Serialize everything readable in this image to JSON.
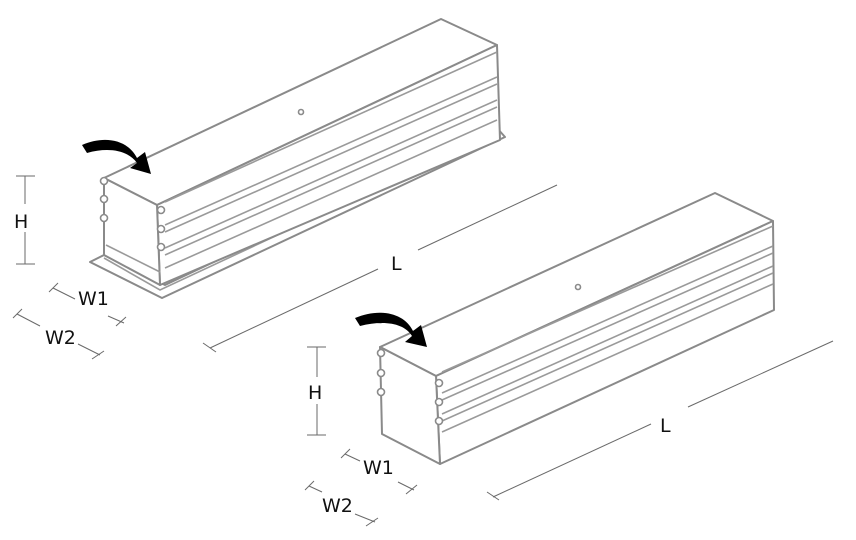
{
  "diagram": {
    "labels": {
      "height": "H",
      "width_inner": "W1",
      "width_outer": "W2",
      "length": "L"
    },
    "colors": {
      "outline": "#8a8a8a",
      "arrow": "#000000",
      "text": "#111111"
    },
    "objects": [
      {
        "name": "flanged-extrusion",
        "labels": [
          "H",
          "W1",
          "W2",
          "L"
        ]
      },
      {
        "name": "plain-extrusion",
        "labels": [
          "H",
          "W1",
          "W2",
          "L"
        ]
      }
    ]
  }
}
